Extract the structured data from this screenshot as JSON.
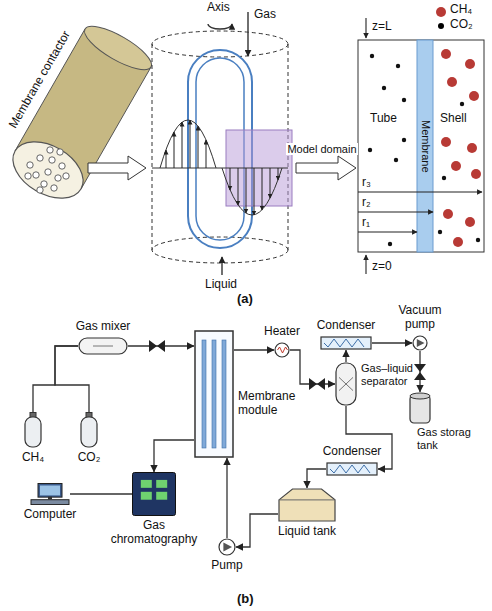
{
  "diagram": {
    "nodes": [
      {
        "text": [
          "CH₄"
        ]
      },
      {
        "text": [
          "CO₂"
        ]
      },
      {
        "text": [
          "Gas mixer"
        ]
      },
      {
        "text": [
          "Membrane module"
        ]
      },
      {
        "text": [
          "Heater"
        ]
      },
      {
        "text": [
          "Gas–liquid separator"
        ]
      },
      {
        "text": [
          "Condenser"
        ]
      },
      {
        "text": [
          "Vacuum pump"
        ]
      },
      {
        "text": [
          "Gas storag tank"
        ]
      },
      {
        "text": [
          "Condenser"
        ]
      },
      {
        "text": [
          "Liquid tank"
        ]
      },
      {
        "text": [
          "Pump"
        ]
      },
      {
        "text": [
          "Gas chromatography"
        ]
      },
      {
        "text": [
          "Computer"
        ]
      }
    ],
    "edges": [
      {
        "from": 0,
        "to": 2,
        "arrow": "none"
      },
      {
        "from": 1,
        "to": 2,
        "arrow": "none"
      },
      {
        "from": 2,
        "to": 3,
        "arrow": "to"
      },
      {
        "from": 3,
        "to": 4,
        "arrow": "to"
      },
      {
        "from": 4,
        "to": 5,
        "arrow": "to"
      },
      {
        "from": 5,
        "to": 6,
        "arrow": "to"
      },
      {
        "from": 6,
        "to": 7,
        "arrow": "to"
      },
      {
        "from": 7,
        "to": 8,
        "arrow": "to"
      },
      {
        "from": 5,
        "to": 9,
        "arrow": "to"
      },
      {
        "from": 9,
        "to": 10,
        "arrow": "to"
      },
      {
        "from": 10,
        "to": 11,
        "arrow": "to"
      },
      {
        "from": 11,
        "to": 3,
        "arrow": "to"
      },
      {
        "from": 3,
        "to": 12,
        "arrow": "to"
      },
      {
        "from": 12,
        "to": 13,
        "arrow": "none"
      }
    ],
    "labels": [
      "Membrane contactor",
      "Axis",
      "Gas",
      "Model domain",
      "z=L",
      "Tube",
      "Membrane",
      "Shell",
      "r₃",
      "r₂",
      "r₁",
      "z=0",
      "Liquid",
      "(a)",
      "(b)"
    ],
    "legend": [
      {
        "text": "CH₄",
        "color": "#b83a35"
      },
      {
        "text": "CO₂",
        "color": "#000000"
      }
    ]
  }
}
